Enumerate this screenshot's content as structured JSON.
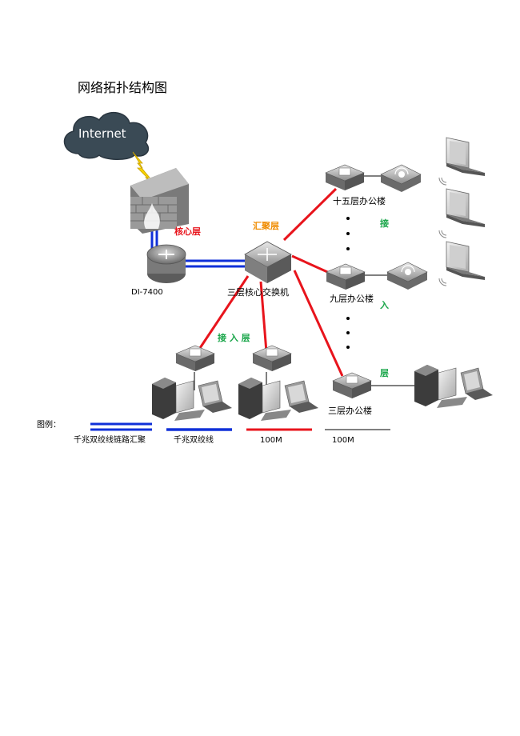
{
  "title": "网络拓扑结构图",
  "cloud_label": "Internet",
  "router_label": "DI-7400",
  "core_layer_label": "核心层",
  "aggregation_layer_label": "汇聚层",
  "core_switch_label": "三层核心交换机",
  "access_layer_label_left": "接 入 层",
  "access_layer_vertical": [
    "接",
    "入",
    "层"
  ],
  "buildings": {
    "b15": "十五层办公楼",
    "b9": "九层办公楼",
    "b3": "三层办公楼"
  },
  "legend": {
    "heading": "图例：",
    "items": [
      {
        "label": "千兆双绞线链路汇聚",
        "style": "double-blue"
      },
      {
        "label": "千兆双绞线",
        "style": "single-blue"
      },
      {
        "label": "100M",
        "style": "red"
      },
      {
        "label": "100M",
        "style": "black"
      }
    ]
  },
  "colors": {
    "gigabit": "#1030d8",
    "fast_red": "#e8141c",
    "thin_black": "#000000",
    "core_label": "#e8141c",
    "agg_label": "#f08c00",
    "access_label": "#1aa64a",
    "cloud": "#3a4a55"
  },
  "icons": [
    "cloud-icon",
    "lightning-icon",
    "firewall-icon",
    "router-icon",
    "core-switch-icon",
    "access-switch-icon",
    "wireless-ap-icon",
    "laptop-icon",
    "desktop-pc-icon"
  ]
}
